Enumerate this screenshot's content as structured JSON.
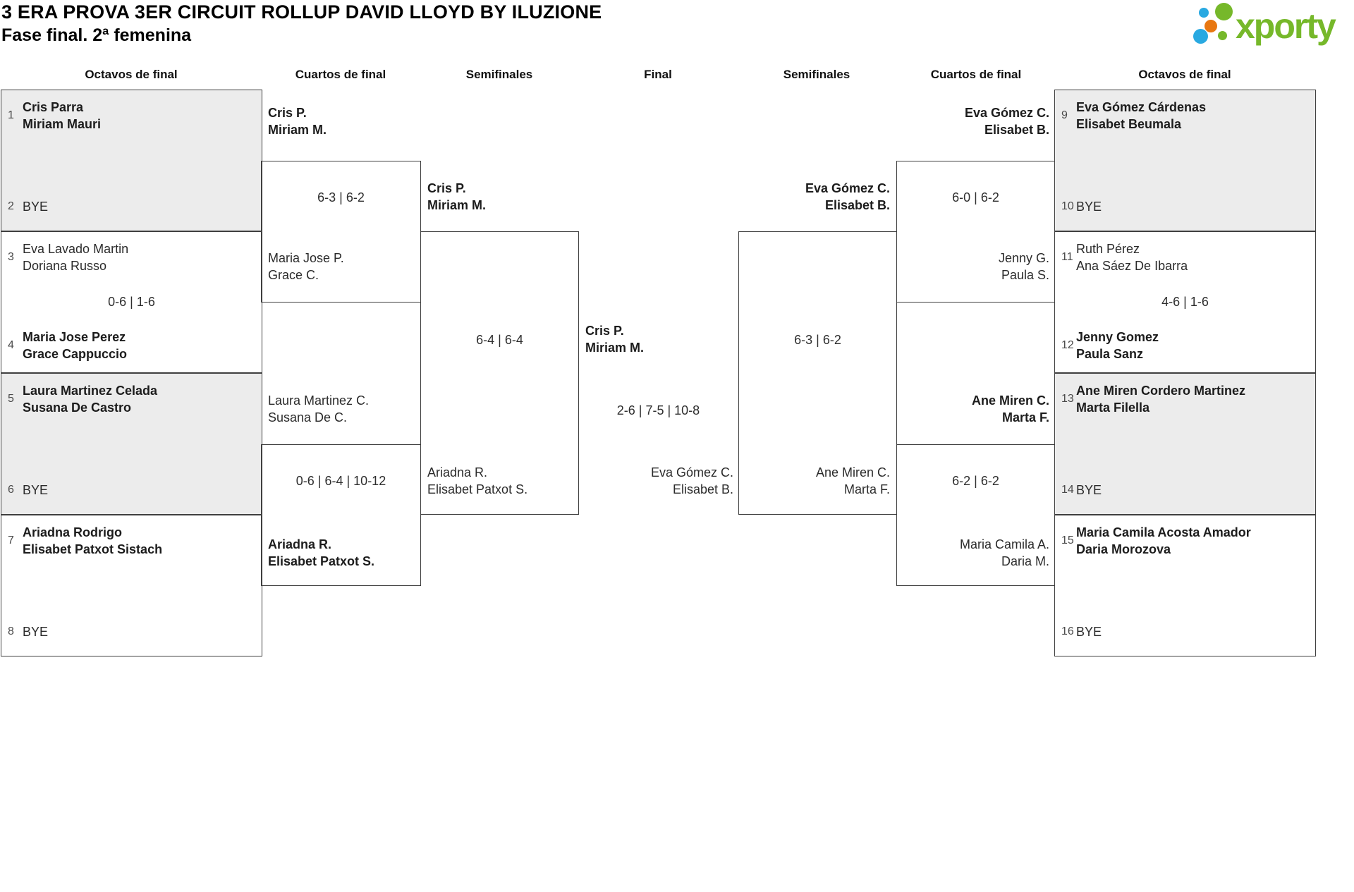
{
  "header": {
    "title": "3 ERA PROVA 3ER CIRCUIT ROLLUP DAVID LLOYD BY ILUZIONE",
    "subtitle": "Fase final. 2ª femenina"
  },
  "logo": {
    "text": "xporty",
    "green": "#76b82a",
    "orange": "#e87711",
    "blue": "#29a9e1"
  },
  "round_headers": [
    "Octavos de final",
    "Cuartos de final",
    "Semifinales",
    "Final",
    "Semifinales",
    "Cuartos de final",
    "Octavos de final"
  ],
  "octavos": [
    {
      "seed_top": "1",
      "top1": "Cris Parra",
      "top2": "Miriam Mauri",
      "seed_bottom": "2",
      "bottom1": "BYE",
      "bottom2": "",
      "score": ""
    },
    {
      "seed_top": "3",
      "top1": "Eva Lavado Martin",
      "top2": "Doriana Russo",
      "seed_bottom": "4",
      "bottom1": "Maria Jose Perez",
      "bottom2": "Grace Cappuccio",
      "score": "0-6 | 1-6"
    },
    {
      "seed_top": "5",
      "top1": "Laura Martinez Celada",
      "top2": "Susana De Castro",
      "seed_bottom": "6",
      "bottom1": "BYE",
      "bottom2": "",
      "score": ""
    },
    {
      "seed_top": "7",
      "top1": "Ariadna Rodrigo",
      "top2": "Elisabet Patxot Sistach",
      "seed_bottom": "8",
      "bottom1": "BYE",
      "bottom2": "",
      "score": ""
    },
    {
      "seed_top": "9",
      "top1": "Eva Gómez Cárdenas",
      "top2": "Elisabet Beumala",
      "seed_bottom": "10",
      "bottom1": "BYE",
      "bottom2": "",
      "score": ""
    },
    {
      "seed_top": "11",
      "top1": "Ruth Pérez",
      "top2": "Ana Sáez De Ibarra",
      "seed_bottom": "12",
      "bottom1": "Jenny Gomez",
      "bottom2": "Paula Sanz",
      "score": "4-6 | 1-6"
    },
    {
      "seed_top": "13",
      "top1": "Ane Miren Cordero Martinez",
      "top2": "Marta Filella",
      "seed_bottom": "14",
      "bottom1": "BYE",
      "bottom2": "",
      "score": ""
    },
    {
      "seed_top": "15",
      "top1": "Maria Camila Acosta Amador",
      "top2": "Daria Morozova",
      "seed_bottom": "16",
      "bottom1": "BYE",
      "bottom2": "",
      "score": ""
    }
  ],
  "quarterfinals": [
    {
      "top1": "Cris P.",
      "top2": "Miriam M.",
      "score": "6-3 | 6-2",
      "bottom1": "Maria Jose P.",
      "bottom2": "Grace C."
    },
    {
      "top1": "Laura Martinez C.",
      "top2": "Susana De C.",
      "score": "0-6 | 6-4 | 10-12",
      "bottom1": "Ariadna R.",
      "bottom2": "Elisabet Patxot S."
    },
    {
      "top1": "Eva Gómez C.",
      "top2": "Elisabet B.",
      "score": "6-0 | 6-2",
      "bottom1": "Jenny G.",
      "bottom2": "Paula S."
    },
    {
      "top1": "Ane Miren C.",
      "top2": "Marta F.",
      "score": "6-2 | 6-2",
      "bottom1": "Maria Camila A.",
      "bottom2": "Daria M."
    }
  ],
  "semifinals": [
    {
      "top1": "Cris P.",
      "top2": "Miriam M.",
      "score": "6-4 | 6-4",
      "bottom1": "Ariadna R.",
      "bottom2": "Elisabet Patxot S."
    },
    {
      "top1": "Eva Gómez C.",
      "top2": "Elisabet B.",
      "score": "6-3 | 6-2",
      "bottom1": "Ane Miren C.",
      "bottom2": "Marta F."
    }
  ],
  "final": {
    "left1": "Cris P.",
    "left2": "Miriam M.",
    "score": "2-6 | 7-5 | 10-8",
    "right1": "Eva Gómez C.",
    "right2": "Elisabet B."
  }
}
